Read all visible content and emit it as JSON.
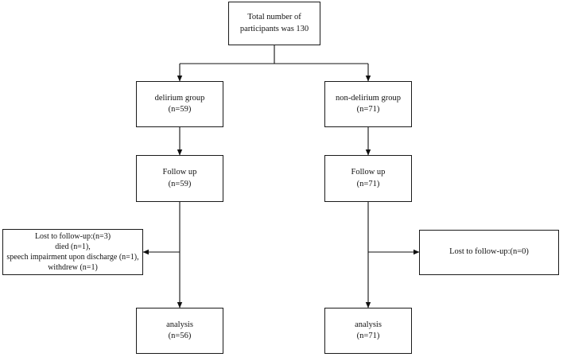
{
  "flowchart": {
    "top": {
      "lines": [
        "Total number of",
        "participants was 130"
      ]
    },
    "left": {
      "group": {
        "lines": [
          "delirium group",
          "(n=59)"
        ]
      },
      "followup": {
        "lines": [
          "Follow up",
          "(n=59)"
        ]
      },
      "lost": {
        "lines": [
          "Lost to follow-up:(n=3)",
          "died (n=1),",
          "speech impairment upon discharge (n=1),",
          "withdrew (n=1)"
        ]
      },
      "analysis": {
        "lines": [
          "analysis",
          "(n=56)"
        ]
      }
    },
    "right": {
      "group": {
        "lines": [
          "non-delirium group",
          "(n=71)"
        ]
      },
      "followup": {
        "lines": [
          "Follow up",
          "(n=71)"
        ]
      },
      "lost": {
        "lines": [
          "Lost to follow-up:(n=0)"
        ]
      },
      "analysis": {
        "lines": [
          "analysis",
          "(n=71)"
        ]
      }
    }
  }
}
